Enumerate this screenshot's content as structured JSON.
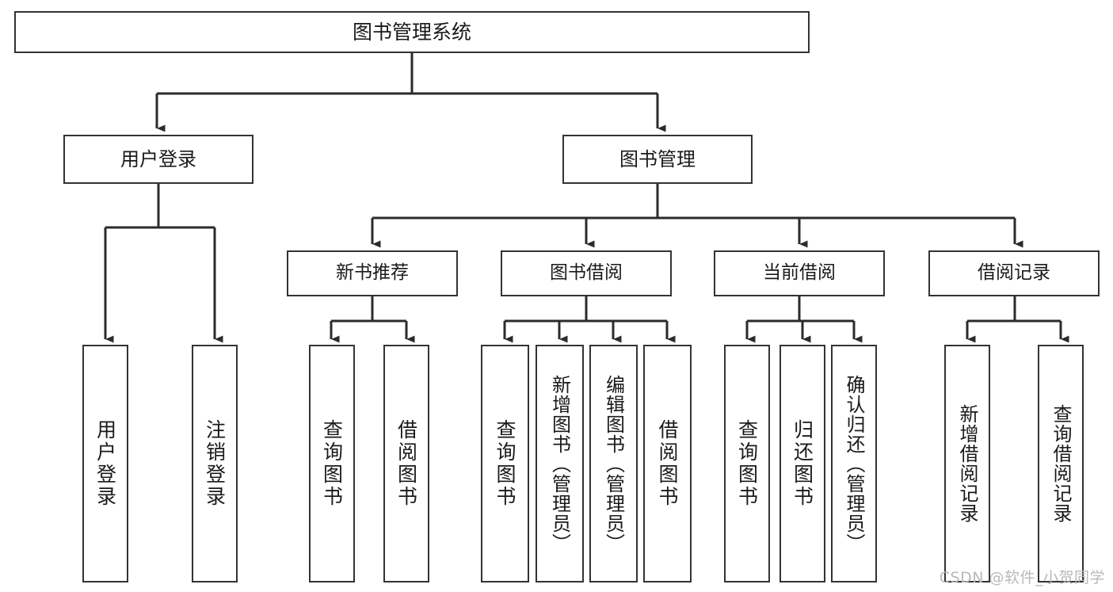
{
  "diagram": {
    "title": "图书管理系统",
    "type": "tree-hierarchy",
    "watermark": "CSDN @软件_小贺同学",
    "colors": {
      "box_border": "#333333",
      "box_fill": "#ffffff",
      "connector": "#333333",
      "text": "#1a1a1a",
      "watermark": "#b9b9b9"
    },
    "root": {
      "label": "图书管理系统"
    },
    "level1": [
      {
        "label": "用户登录"
      },
      {
        "label": "图书管理"
      }
    ],
    "level2": [
      {
        "label": "新书推荐"
      },
      {
        "label": "图书借阅"
      },
      {
        "label": "当前借阅"
      },
      {
        "label": "借阅记录"
      }
    ],
    "leaves": {
      "user_login": [
        {
          "label": "用户登录"
        },
        {
          "label": "注销登录"
        }
      ],
      "new_book_recommend": [
        {
          "label": "查询图书"
        },
        {
          "label": "借阅图书"
        }
      ],
      "book_borrow": [
        {
          "label": "查询图书"
        },
        {
          "label": "新增图书（管理员）"
        },
        {
          "label": "编辑图书（管理员）"
        },
        {
          "label": "借阅图书"
        }
      ],
      "current_borrow": [
        {
          "label": "查询图书"
        },
        {
          "label": "归还图书"
        },
        {
          "label": "确认归还（管理员）"
        }
      ],
      "borrow_record": [
        {
          "label": "新增借阅记录"
        },
        {
          "label": "查询借阅记录"
        }
      ]
    }
  }
}
